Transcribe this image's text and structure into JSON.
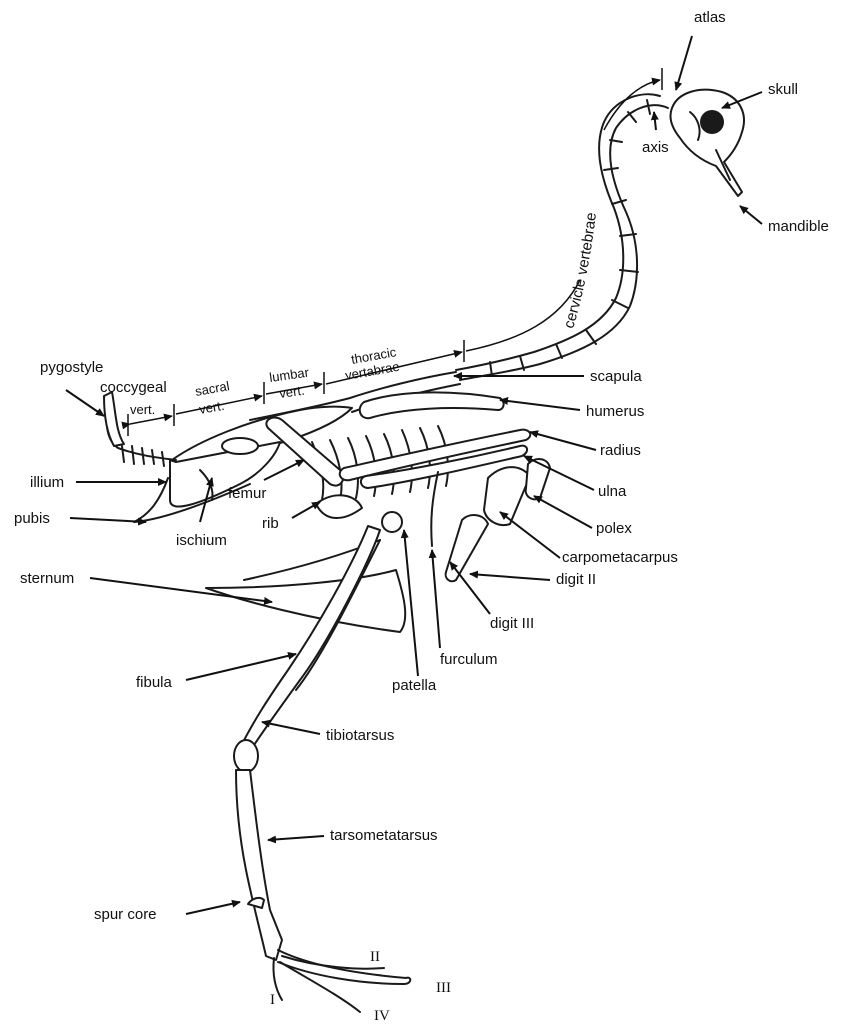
{
  "labels": {
    "atlas": "atlas",
    "skull": "skull",
    "axis": "axis",
    "mandible": "mandible",
    "cervicle_vertebrae": "cervicle vertebrae",
    "pygostyle": "pygostyle",
    "coccygeal": "coccygeal",
    "coccygeal_vert": "vert.",
    "sacral": "sacral",
    "sacral_vert": "vert.",
    "lumbar": "lumbar",
    "lumbar_vert": "vert.",
    "thoracic": "thoracic",
    "thoracic_vertabrae": "vertabrae",
    "scapula": "scapula",
    "humerus": "humerus",
    "radius": "radius",
    "ulna": "ulna",
    "polex": "polex",
    "carpometacarpus": "carpometacarpus",
    "digit_II": "digit II",
    "digit_III": "digit III",
    "furculum": "furculum",
    "patella": "patella",
    "illium": "illium",
    "pubis": "pubis",
    "ischium": "ischium",
    "femur": "femur",
    "rib": "rib",
    "sternum": "sternum",
    "fibula": "fibula",
    "tibiotarsus": "tibiotarsus",
    "tarsometatarsus": "tarsometatarsus",
    "spur_core": "spur core",
    "toe_I": "I",
    "toe_II": "II",
    "toe_III": "III",
    "toe_IV": "IV"
  }
}
